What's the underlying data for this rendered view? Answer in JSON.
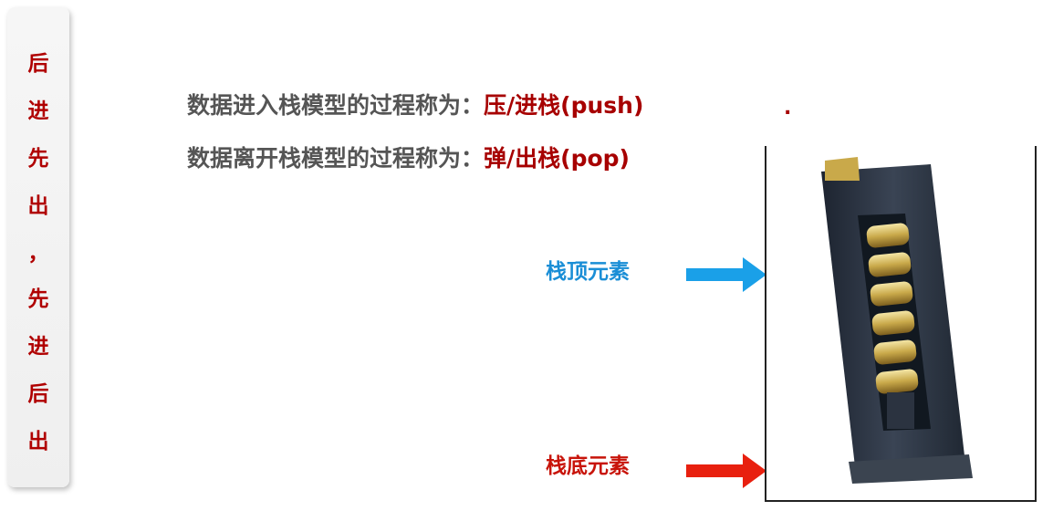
{
  "side_panel": {
    "chars": [
      "后",
      "进",
      "先",
      "出",
      "，",
      "先",
      "进",
      "后",
      "出"
    ]
  },
  "statements": {
    "push": {
      "prefix": "数据进入栈模型的过程称为：",
      "term": "压/进栈(push)"
    },
    "pop": {
      "prefix": "数据离开栈模型的过程称为：",
      "term": "弹/出栈(pop)"
    },
    "trailing_dot": "."
  },
  "labels": {
    "top_element": "栈顶元素",
    "bottom_element": "栈底元素"
  },
  "icons": {
    "top_arrow": "arrow-right-icon",
    "bottom_arrow": "arrow-right-icon",
    "magazine": "magazine-illustration"
  },
  "colors": {
    "side_text": "#b00000",
    "term": "#a70000",
    "body_text": "#555555",
    "top_label": "#1a8ed6",
    "bottom_label": "#c8140a"
  }
}
